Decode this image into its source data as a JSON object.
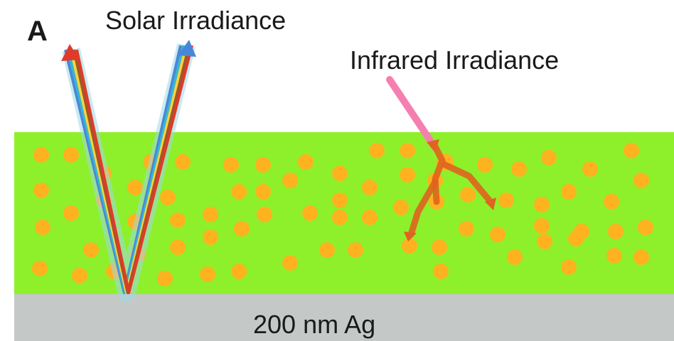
{
  "figure": {
    "panel_letter": "A",
    "solar_label": "Solar Irradiance",
    "infrared_label": "Infrared Irradiance",
    "substrate_label": "200 nm  Ag"
  },
  "colors": {
    "film": "#8ef02a",
    "substrate": "#c4c9c8",
    "particle": "#ffb21f",
    "infrared_beam": "#f57fb0",
    "scatter_arrow": "#e0631e",
    "solar_spectrum": [
      "#4a86d8",
      "#35b6d6",
      "#ffd23a",
      "#9a5a2a",
      "#e03a2a"
    ]
  },
  "icons": {
    "solar": "rainbow-reflected-beam",
    "infrared": "pink-incident-beam",
    "scatter": "orange-scatter-arrows"
  }
}
